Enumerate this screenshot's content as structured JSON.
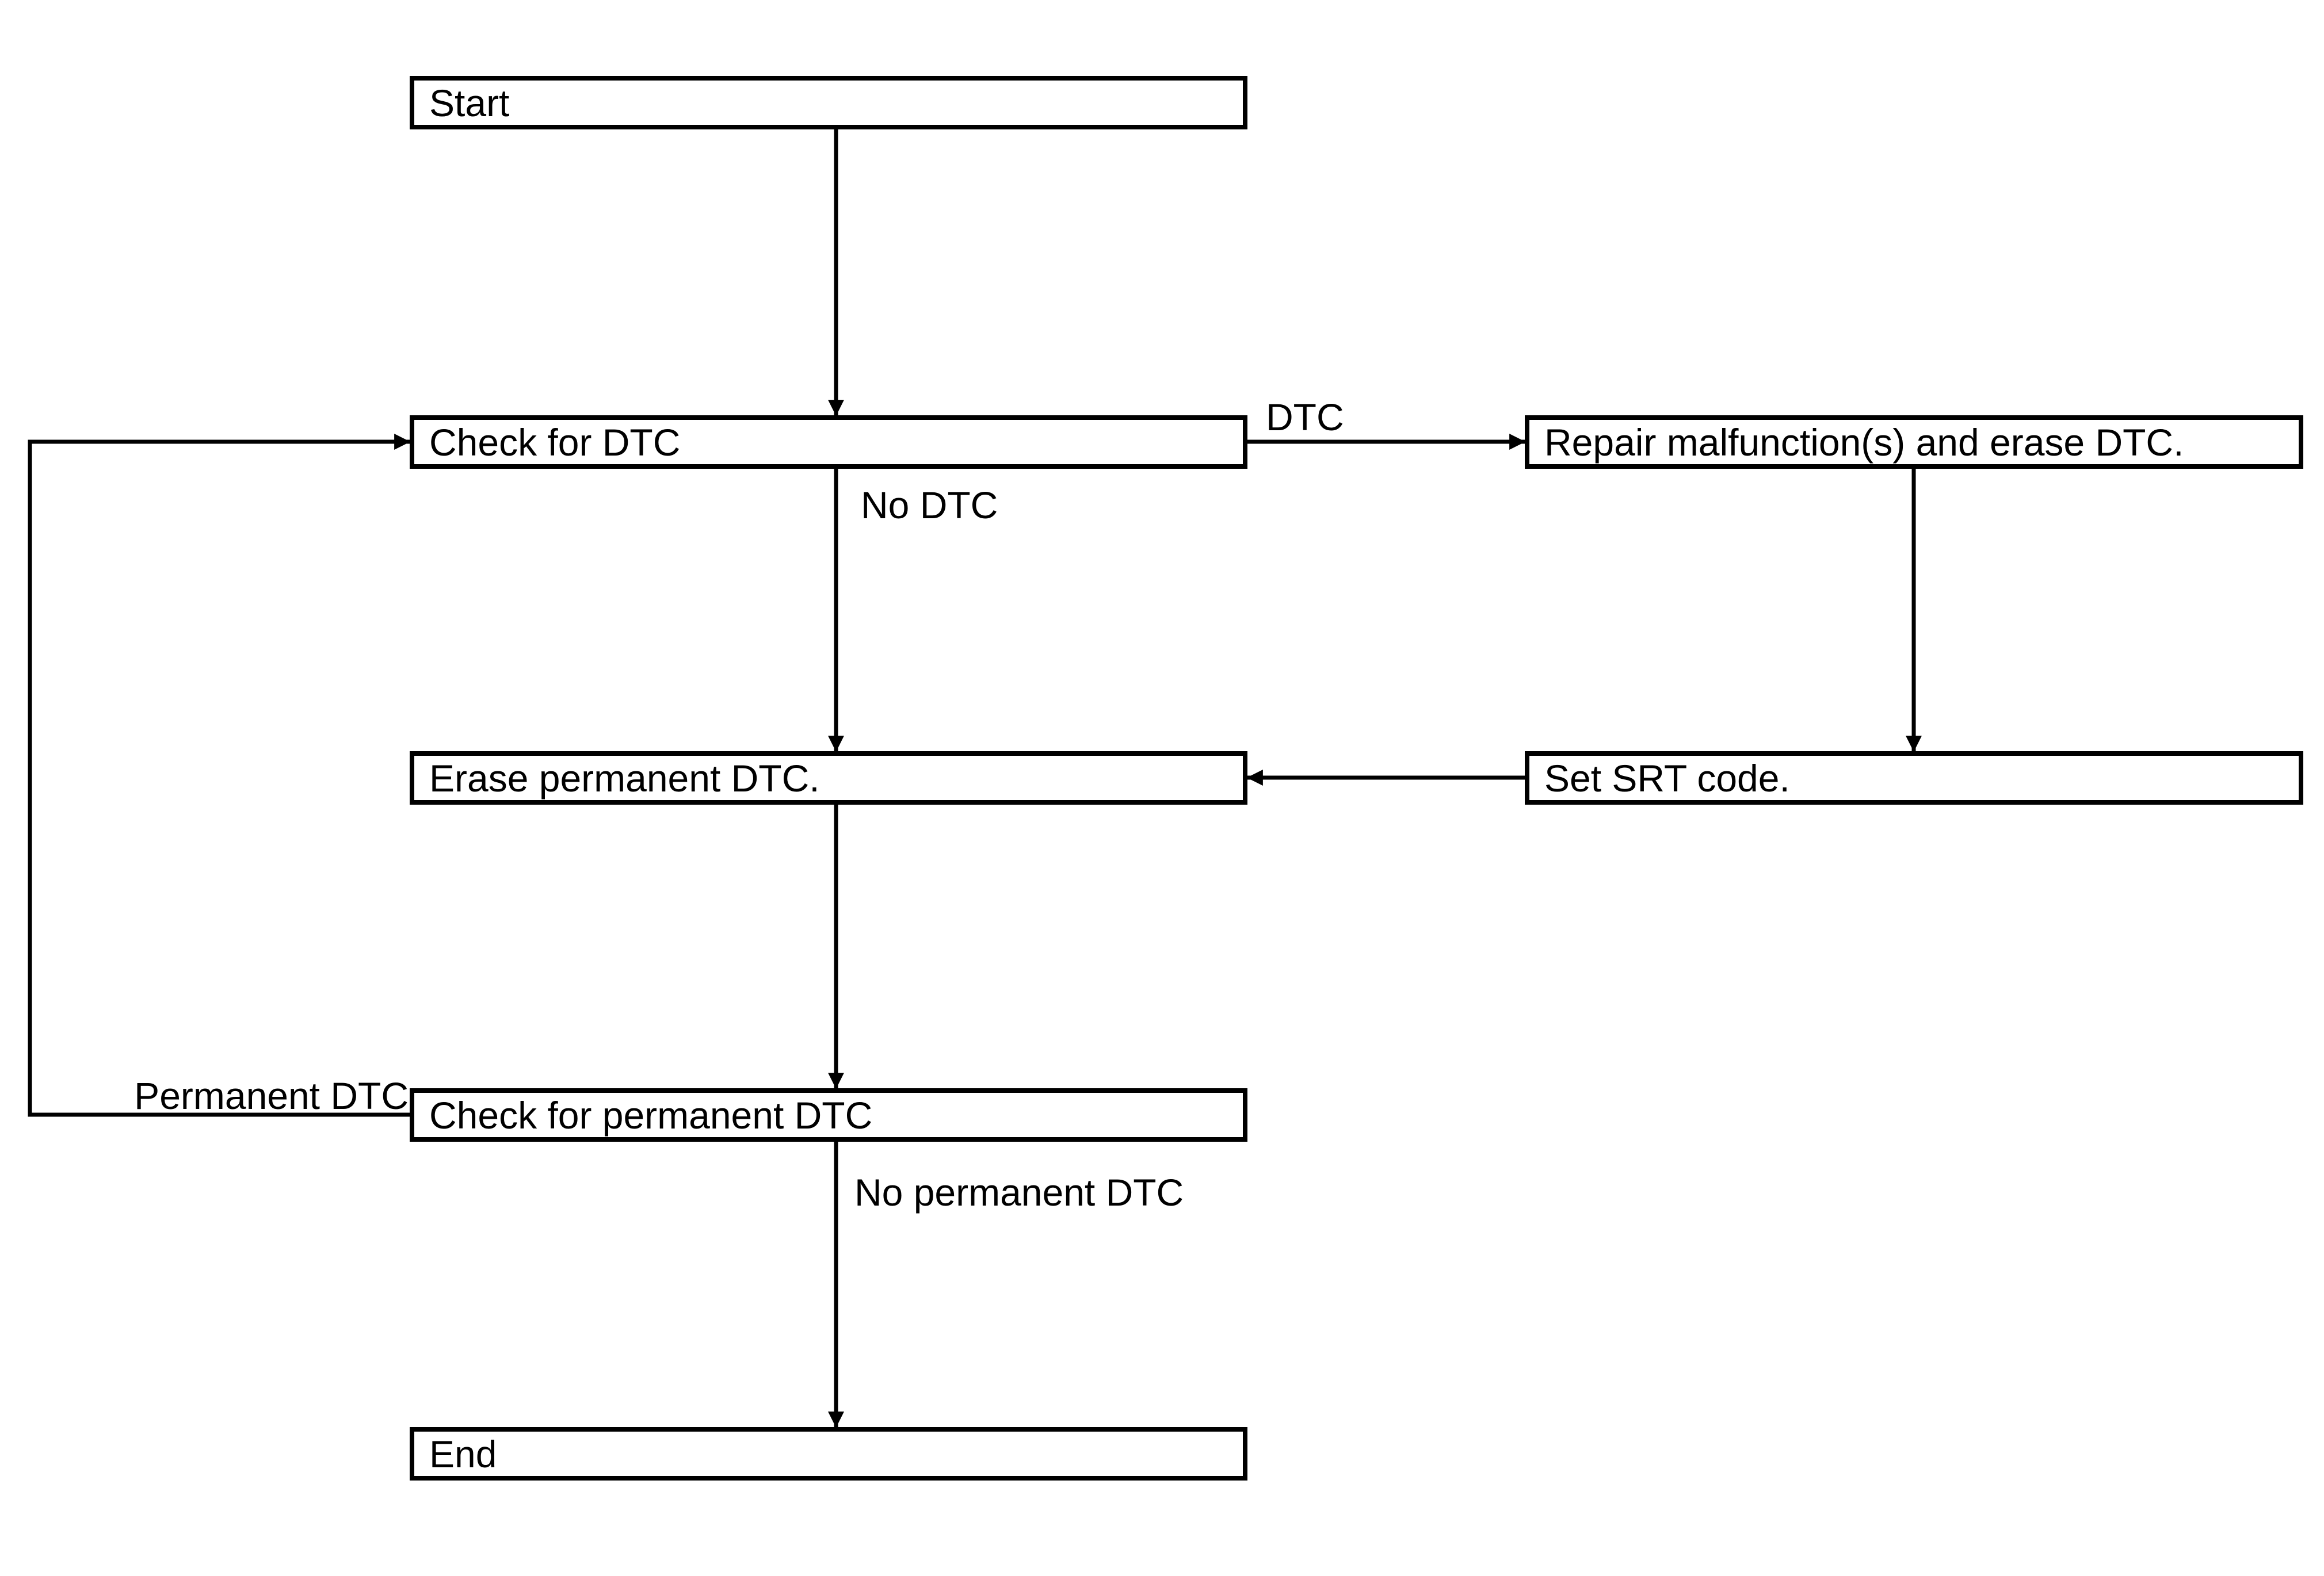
{
  "flowchart": {
    "nodes": [
      {
        "id": "start",
        "label": "Start"
      },
      {
        "id": "check_dtc",
        "label": "Check for DTC"
      },
      {
        "id": "repair",
        "label": "Repair malfunction(s) and erase DTC."
      },
      {
        "id": "erase_permanent",
        "label": "Erase permanent DTC."
      },
      {
        "id": "set_srt",
        "label": "Set SRT code."
      },
      {
        "id": "check_permanent",
        "label": "Check for permanent DTC"
      },
      {
        "id": "end",
        "label": "End"
      }
    ],
    "edges": [
      {
        "from": "start",
        "to": "check_dtc",
        "label": ""
      },
      {
        "from": "check_dtc",
        "to": "repair",
        "label": "DTC"
      },
      {
        "from": "check_dtc",
        "to": "erase_permanent",
        "label": "No DTC"
      },
      {
        "from": "repair",
        "to": "set_srt",
        "label": ""
      },
      {
        "from": "set_srt",
        "to": "erase_permanent",
        "label": ""
      },
      {
        "from": "erase_permanent",
        "to": "check_permanent",
        "label": ""
      },
      {
        "from": "check_permanent",
        "to": "check_dtc",
        "label": "Permanent DTC"
      },
      {
        "from": "check_permanent",
        "to": "end",
        "label": "No permanent DTC"
      }
    ],
    "colors": {
      "line": "#000000",
      "box_border": "#000000",
      "box_fill": "#ffffff",
      "background": "#ffffff"
    }
  }
}
